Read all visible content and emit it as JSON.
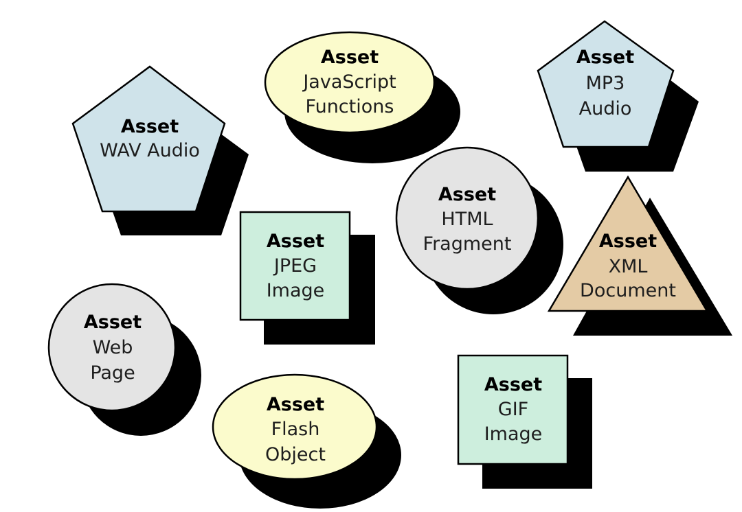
{
  "colors": {
    "blue": "#cfe3ea",
    "yellow": "#fbfbcc",
    "gray": "#e4e4e4",
    "green": "#cdeedd",
    "tan": "#e4cba5",
    "shadow": "#000000"
  },
  "assets": [
    {
      "id": "wav",
      "shape": "pentagon",
      "color": "blue",
      "title": "Asset",
      "lines": [
        "WAV Audio"
      ]
    },
    {
      "id": "javascript",
      "shape": "ellipse",
      "color": "yellow",
      "title": "Asset",
      "lines": [
        "JavaScript",
        "Functions"
      ]
    },
    {
      "id": "mp3",
      "shape": "pentagon",
      "color": "blue",
      "title": "Asset",
      "lines": [
        "MP3",
        "Audio"
      ]
    },
    {
      "id": "html",
      "shape": "circle",
      "color": "gray",
      "title": "Asset",
      "lines": [
        "HTML",
        "Fragment"
      ]
    },
    {
      "id": "jpeg",
      "shape": "square",
      "color": "green",
      "title": "Asset",
      "lines": [
        "JPEG",
        "Image"
      ]
    },
    {
      "id": "xml",
      "shape": "triangle",
      "color": "tan",
      "title": "Asset",
      "lines": [
        "XML",
        "Document"
      ]
    },
    {
      "id": "webpage",
      "shape": "circle",
      "color": "gray",
      "title": "Asset",
      "lines": [
        "Web",
        "Page"
      ]
    },
    {
      "id": "flash",
      "shape": "ellipse",
      "color": "yellow",
      "title": "Asset",
      "lines": [
        "Flash",
        "Object"
      ]
    },
    {
      "id": "gif",
      "shape": "square",
      "color": "green",
      "title": "Asset",
      "lines": [
        "GIF",
        "Image"
      ]
    }
  ]
}
